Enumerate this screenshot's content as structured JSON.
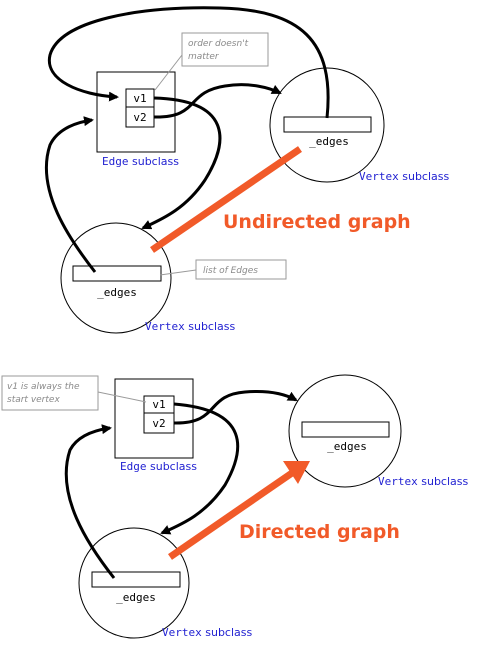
{
  "undirected": {
    "edge_box": {
      "v1": "v1",
      "v2": "v2",
      "class_mono": "Edge",
      "class_text": " subclass"
    },
    "vertex_right": {
      "field": "_edges",
      "class_mono": "Vertex",
      "class_text": " subclass"
    },
    "vertex_bottom": {
      "field": "_edges",
      "class_mono": "Vertex",
      "class_text": " subclass"
    },
    "note_top_line1": "order doesn't",
    "note_top_line2": "matter",
    "note_edges": "list of Edges",
    "label": "Undirected graph"
  },
  "directed": {
    "edge_box": {
      "v1": "v1",
      "v2": "v2",
      "class_mono": "Edge",
      "class_text": " subclass"
    },
    "vertex_right": {
      "field": "_edges",
      "class_mono": "Vertex",
      "class_text": " subclass"
    },
    "vertex_bottom": {
      "field": "_edges",
      "class_mono": "Vertex",
      "class_text": " subclass"
    },
    "note_line1": "v1 is always the",
    "note_line2": "start vertex",
    "label": "Directed graph"
  },
  "colors": {
    "accent": "#f15a29",
    "class_label": "#1f1fd1",
    "note_border": "#9a9a9a",
    "note_text": "#8a8a8a"
  }
}
